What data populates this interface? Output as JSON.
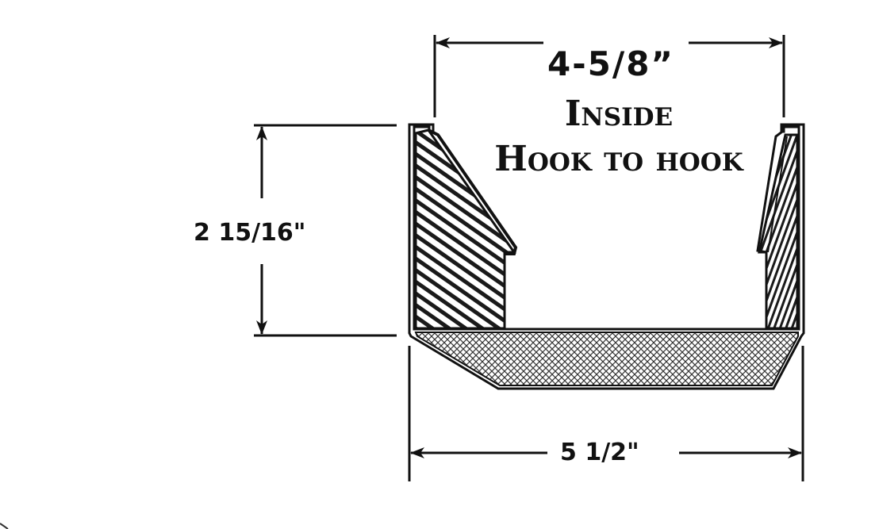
{
  "diagram": {
    "subject": "gutter-profile-cross-section",
    "dimensions": {
      "inside_width": {
        "value": "4-5/8”",
        "line1": "Inside",
        "line2": "Hook to hook"
      },
      "height": {
        "value": "2 15/16\""
      },
      "outer_width": {
        "value": "5 1/2\""
      }
    },
    "colors": {
      "line": "#111111",
      "background": "#ffffff"
    }
  }
}
